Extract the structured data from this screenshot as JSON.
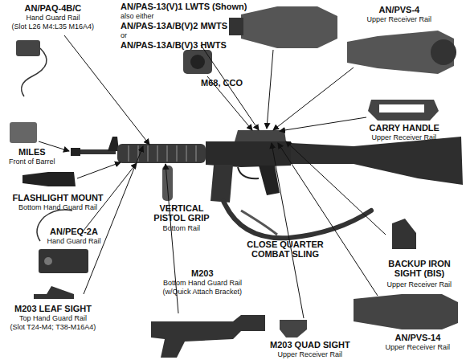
{
  "diagram": {
    "labels": [
      "AN/PAQ-4B/C",
      "Hand Guard Rail",
      "(Slot L26 M4:L35 M16A4)",
      "AN/PAS-13(V)1 LWTS (Shown)",
      "also either",
      "AN/PAS-13A/B(V)2 MWTS",
      "or",
      "AN/PAS-13A/B(V)3 HWTS",
      "AN/PVS-4",
      "Upper Receiver Rail",
      "M68, CCO",
      "CARRY HANDLE",
      "Upper Receiver Rail",
      "MILES",
      "Front of Barrel",
      "FLASHLIGHT MOUNT",
      "Bottom Hand Guard Rail",
      "VERTICAL PISTOL GRIP",
      "Bottom Rail",
      "AN/PEQ-2A",
      "Hand Guard Rail",
      "CLOSE QUARTER COMBAT SLING",
      "BACKUP IRON SIGHT (BIS)",
      "Upper Receiver Rail",
      "M203 LEAF SIGHT",
      "Top Hand Guard Rail",
      "(Slot T24-M4; T38-M16A4)",
      "M203",
      "Bottom Hand Guard Rail",
      "(w/Quick Attach Bracket)",
      "M203 QUAD SIGHT",
      "Upper Receiver Rail",
      "AN/PVS-14",
      "Upper Receiver Rail"
    ]
  }
}
